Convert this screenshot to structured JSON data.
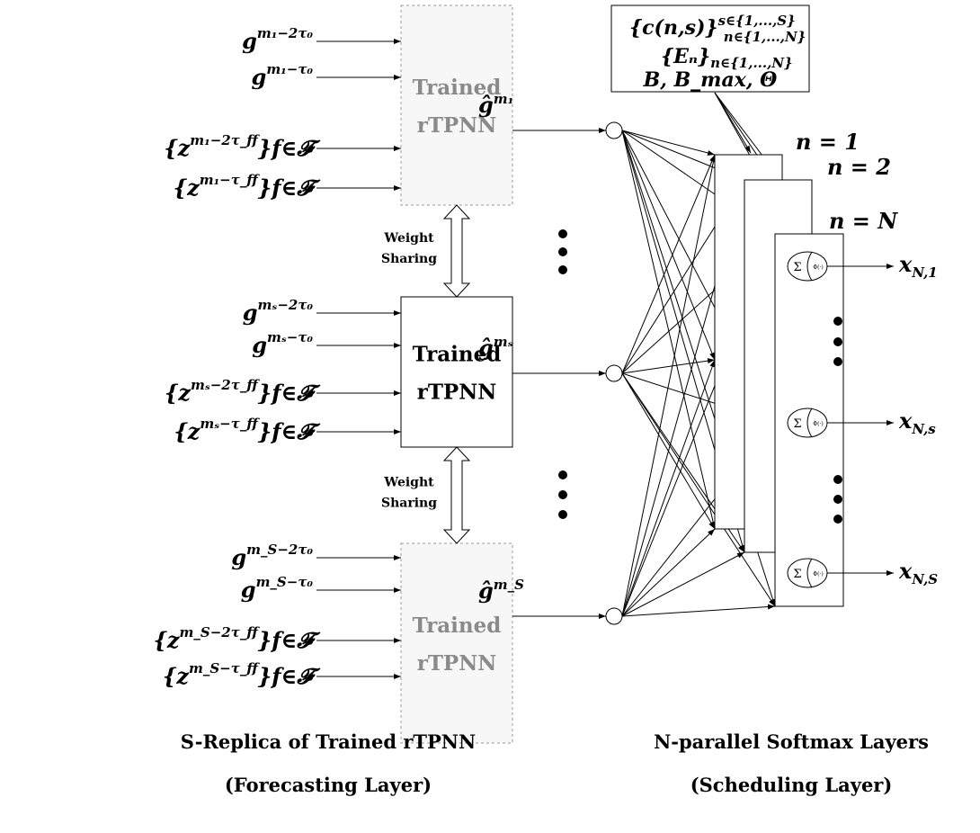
{
  "blocks": [
    {
      "line1": "Trained",
      "line2": "rTPNN",
      "style": "faded",
      "output": {
        "base": "ĝ",
        "sup": "m₁"
      },
      "inputs": [
        {
          "base": "g",
          "sup": "m₁−2τ₀",
          "sub": ""
        },
        {
          "base": "g",
          "sup": "m₁−τ₀",
          "sub": ""
        },
        {
          "base": "{z",
          "sup": "m₁−2τ_f",
          "sub": "f",
          "tail": "}f∈𝓕"
        },
        {
          "base": "{z",
          "sup": "m₁−τ_f",
          "sub": "f",
          "tail": "}f∈𝓕"
        }
      ]
    },
    {
      "line1": "Trained",
      "line2": "rTPNN",
      "style": "solid",
      "output": {
        "base": "ĝ",
        "sup": "mₛ"
      },
      "inputs": [
        {
          "base": "g",
          "sup": "mₛ−2τ₀",
          "sub": ""
        },
        {
          "base": "g",
          "sup": "mₛ−τ₀",
          "sub": ""
        },
        {
          "base": "{z",
          "sup": "mₛ−2τ_f",
          "sub": "f",
          "tail": "}f∈𝓕"
        },
        {
          "base": "{z",
          "sup": "mₛ−τ_f",
          "sub": "f",
          "tail": "}f∈𝓕"
        }
      ]
    },
    {
      "line1": "Trained",
      "line2": "rTPNN",
      "style": "faded",
      "output": {
        "base": "ĝ",
        "sup": "m_S"
      },
      "inputs": [
        {
          "base": "g",
          "sup": "m_S−2τ₀",
          "sub": ""
        },
        {
          "base": "g",
          "sup": "m_S−τ₀",
          "sub": ""
        },
        {
          "base": "{z",
          "sup": "m_S−2τ_f",
          "sub": "f",
          "tail": "}f∈𝓕"
        },
        {
          "base": "{z",
          "sup": "m_S−τ_f",
          "sub": "f",
          "tail": "}f∈𝓕"
        }
      ]
    }
  ],
  "weight_sharing": {
    "line1": "Weight",
    "line2": "Sharing"
  },
  "info_box": {
    "line1": "{c(n,s)}",
    "line1_sup": "s∈{1,...,S}",
    "line1_sub": "n∈{1,...,N}",
    "line2": "{Eₙ}",
    "line2_sub": "n∈{1,...,N}",
    "line3": "B,  B_max,  Θ"
  },
  "softmax_labels": [
    "n = 1",
    "n = 2",
    "n = N"
  ],
  "node": {
    "sigma": "Σ",
    "phi": "Φ(·)"
  },
  "outputs": [
    {
      "base": "x",
      "sub": "N,1"
    },
    {
      "base": "x",
      "sub": "N,s"
    },
    {
      "base": "x",
      "sub": "N,S"
    }
  ],
  "captions": {
    "left1": "S-Replica of Trained rTPNN",
    "left2": "(Forecasting Layer)",
    "right1": "N-parallel Softmax Layers",
    "right2": "(Scheduling Layer)"
  }
}
